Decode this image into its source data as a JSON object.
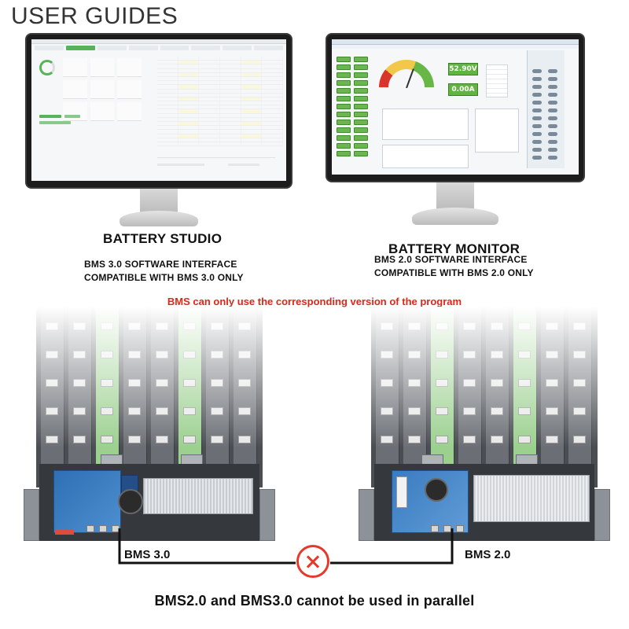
{
  "header": {
    "title": "USER GUIDES"
  },
  "left": {
    "title": "BATTERY STUDIO",
    "subtitle_line1": "BMS 3.0 SOFTWARE INTERFACE",
    "subtitle_line2": "COMPATIBLE WITH BMS 3.0 ONLY",
    "board_label": "BMS 3.0"
  },
  "right": {
    "title": "BATTERY MONITOR",
    "subtitle_line1": "BMS 2.0 SOFTWARE INTERFACE",
    "subtitle_line2": "COMPATIBLE WITH BMS 2.0 ONLY",
    "board_label": "BMS 2.0",
    "voltage_readout": "52.90V",
    "current_readout": "0.00A"
  },
  "warning": "BMS can only use the corresponding version of the program",
  "bottom_note": "BMS2.0 and BMS3.0 cannot be used in parallel",
  "colors": {
    "warning_red": "#e0261c",
    "accent_green": "#56b35a",
    "board_blue": "#2f6fb3"
  }
}
